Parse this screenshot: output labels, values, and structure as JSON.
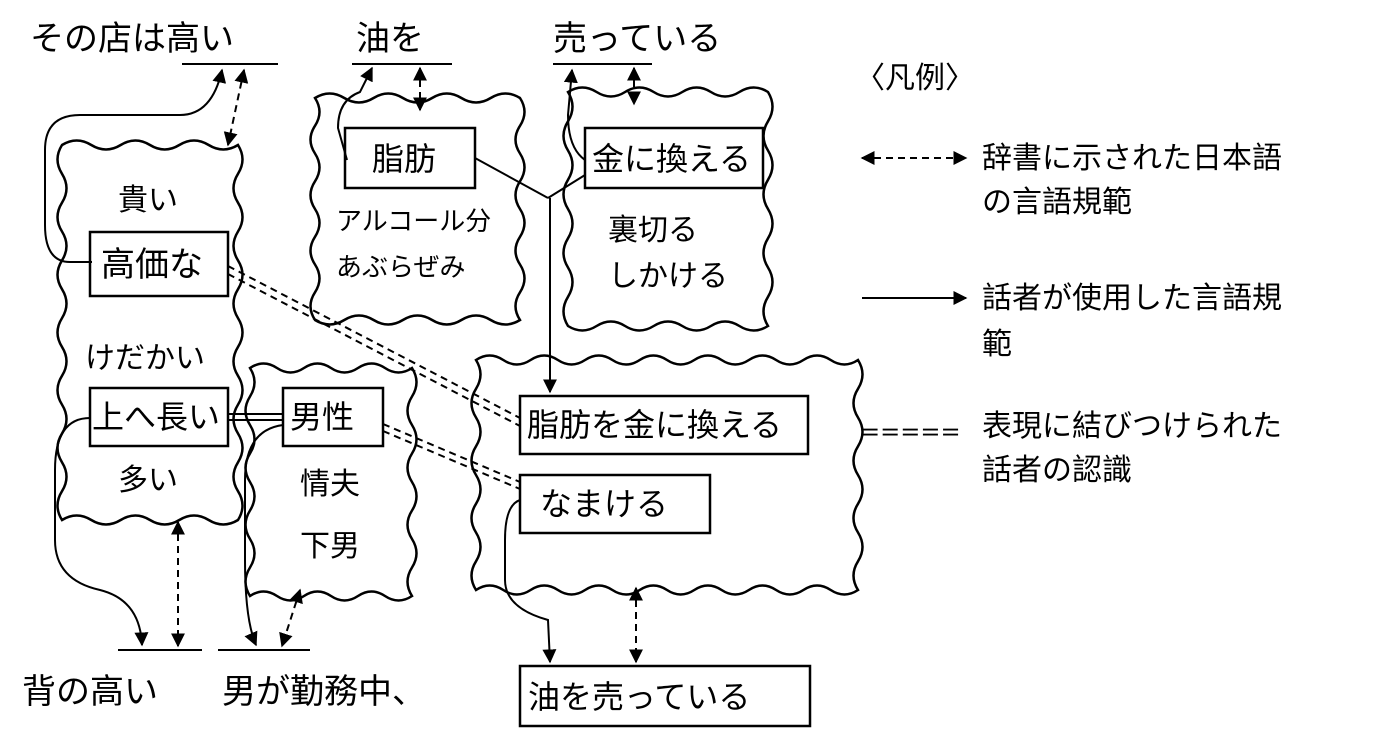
{
  "sentences": {
    "s1_part1": "その店は高い",
    "s1_part2": "油を",
    "s1_part3": "売っている",
    "s2_part1": "背の高い",
    "s2_part2": "男が勤務中、",
    "s2_part3": "油を売っている"
  },
  "clusters": {
    "takai": {
      "items": [
        "貴い",
        "高価な",
        "けだかい",
        "上へ長い",
        "多い"
      ],
      "boxed": [
        "高価な",
        "上へ長い"
      ]
    },
    "abura": {
      "items": [
        "脂肪",
        "アルコール分",
        "あぶらぜみ"
      ],
      "boxed": [
        "脂肪"
      ]
    },
    "uru": {
      "items": [
        "金に換える",
        "裏切る",
        "しかける"
      ],
      "boxed": [
        "金に換える"
      ]
    },
    "otoko": {
      "items": [
        "男性",
        "情夫",
        "下男"
      ],
      "boxed": [
        "男性"
      ]
    },
    "idiom": {
      "items": [
        "脂肪を金に換える",
        "なまける"
      ],
      "boxed": [
        "脂肪を金に換える",
        "なまける"
      ]
    }
  },
  "legend": {
    "title": "〈凡例〉",
    "dashed_arrow_line1": "辞書に示された日本語",
    "dashed_arrow_line2": "の言語規範",
    "solid_arrow_line1": "話者が使用した言語規",
    "solid_arrow_line2": "範",
    "double_line_symbol": "=====",
    "double_line_line1": "表現に結びつけられた",
    "double_line_line2": "話者の認識"
  }
}
